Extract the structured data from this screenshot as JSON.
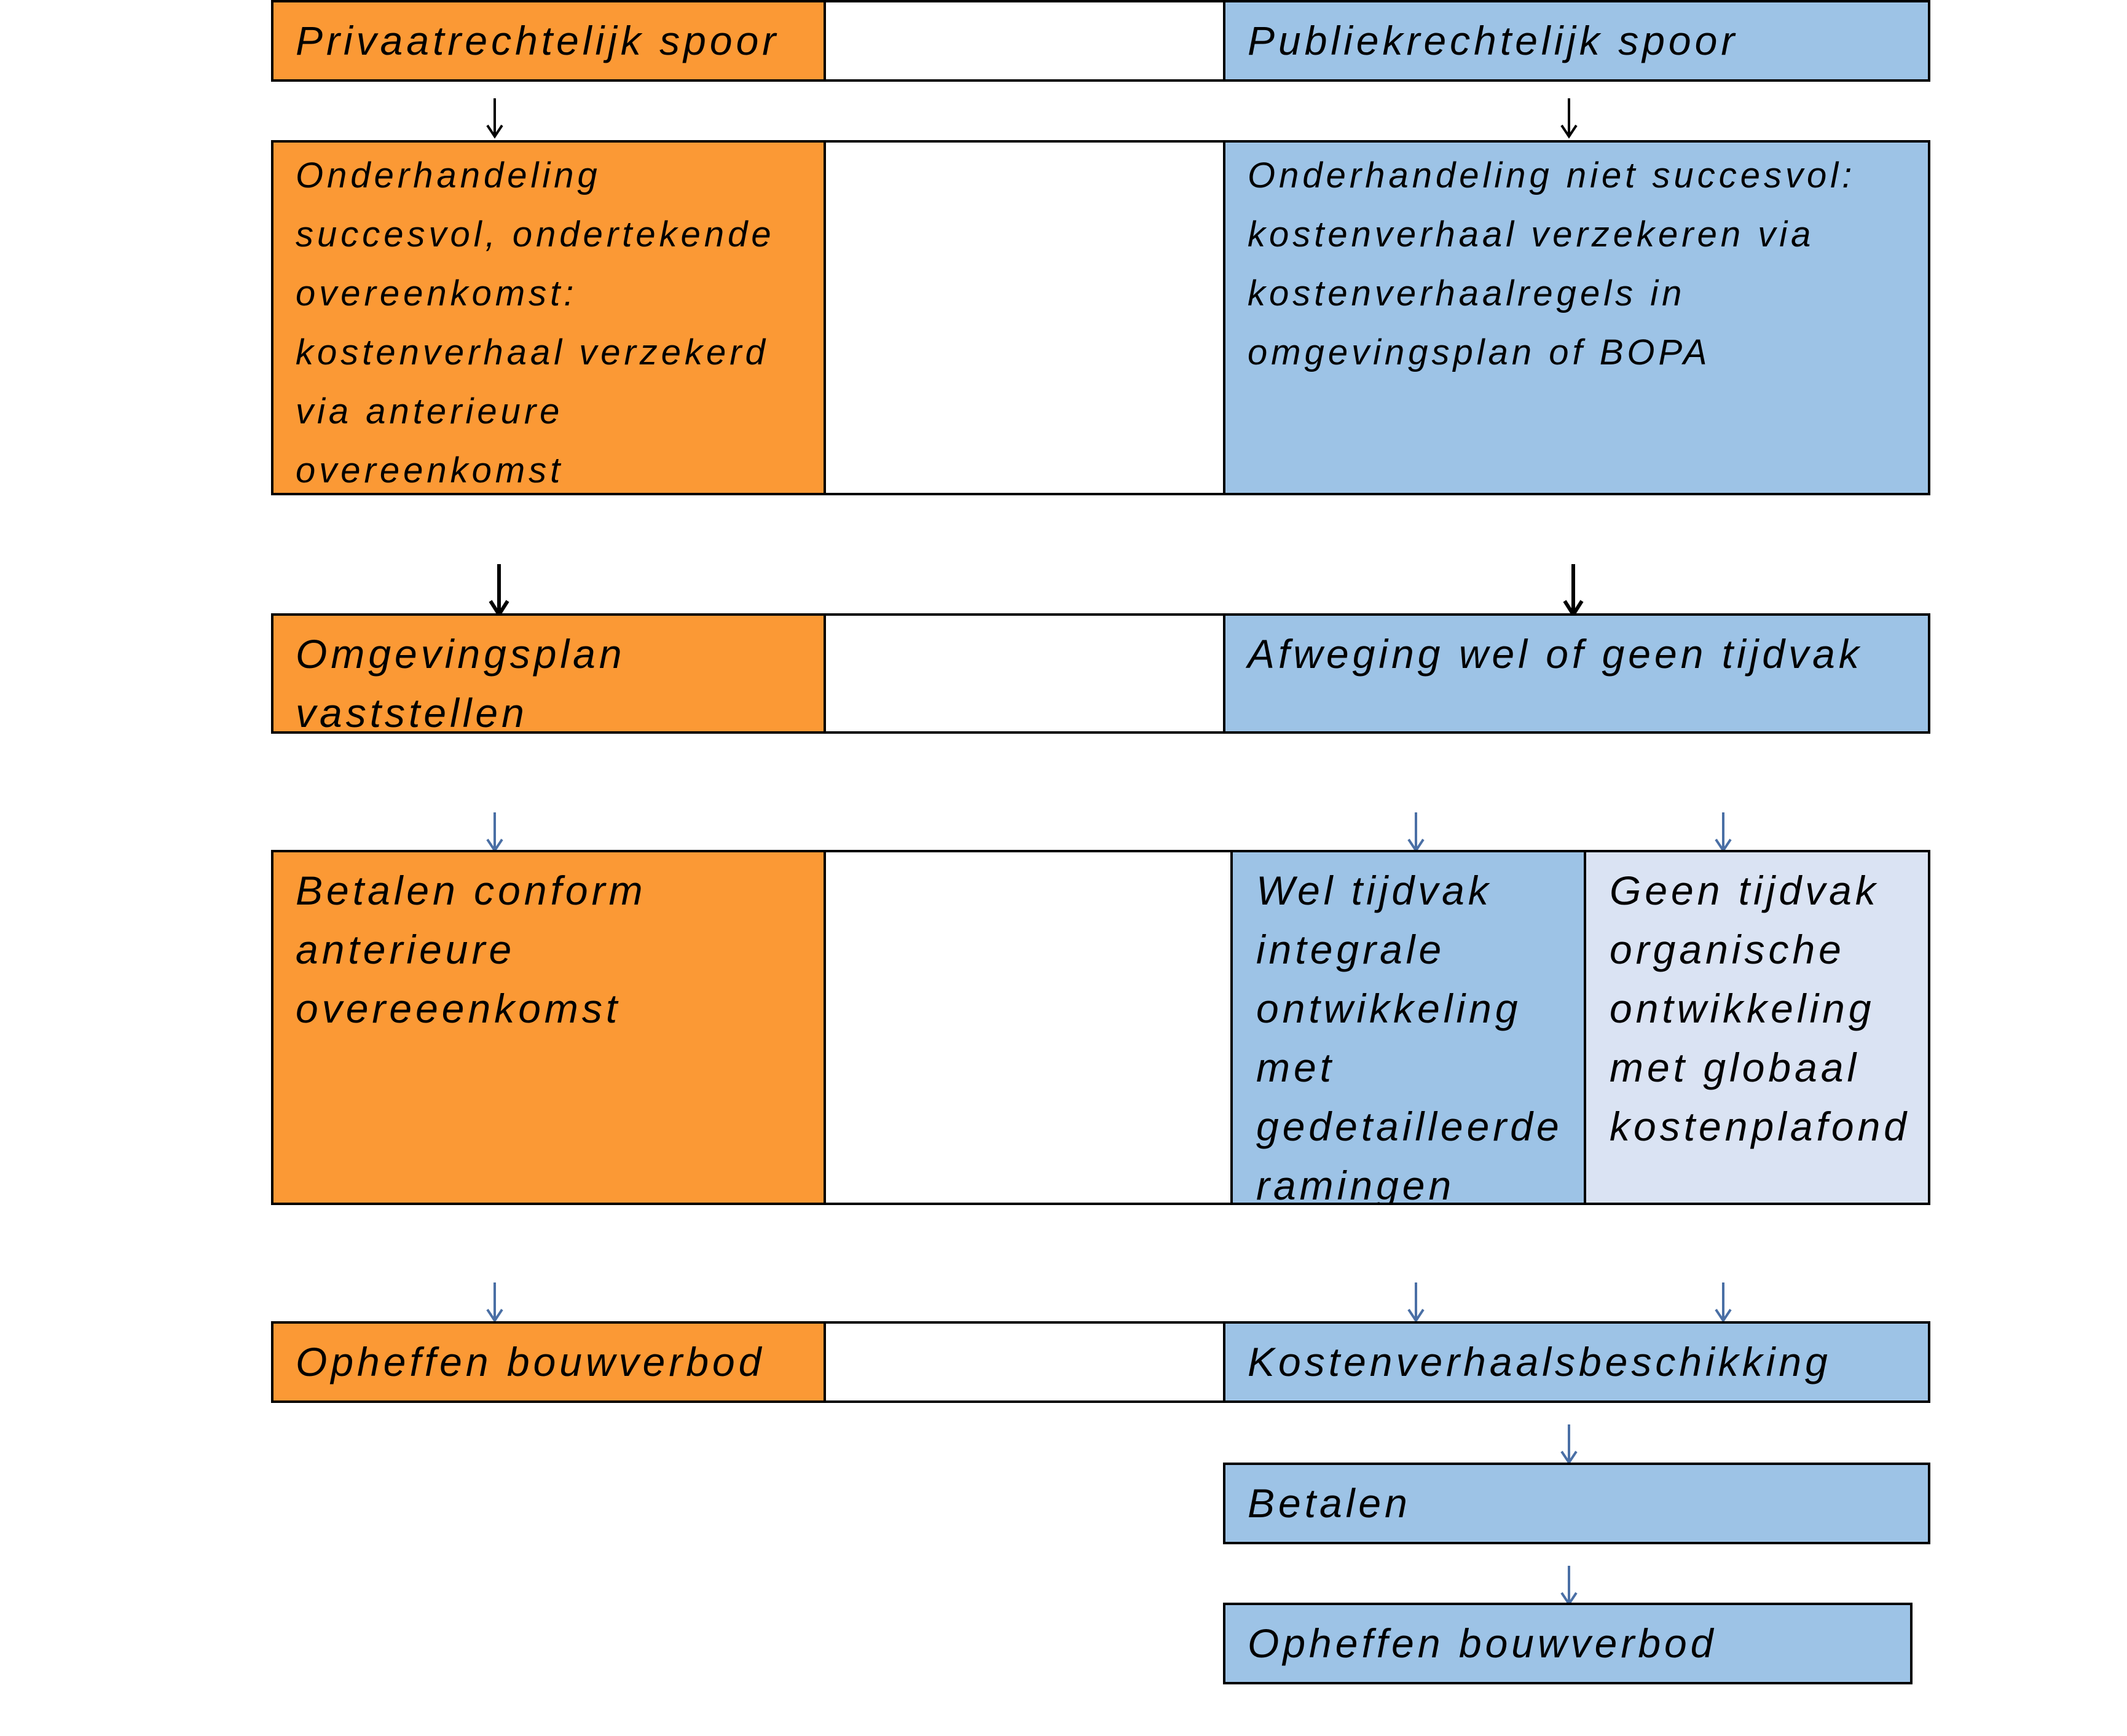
{
  "colors": {
    "private_track": "#FB9935",
    "public_track": "#9DC3E6",
    "organic_option": "#DAE3F3",
    "arrow_dark": "#000000",
    "arrow_blue": "#4A6FA5"
  },
  "private_track": {
    "title": "Privaatrechtelijk spoor",
    "negotiation": "Onderhandeling succesvol, ondertekende overeenkomst: kostenverhaal verzekerd via anterieure overeenkomst",
    "plan": "Omgevingsplan vaststellen",
    "payment": "Betalen conform anterieure overeeenkomst",
    "lift_ban": "Opheffen bouwverbod"
  },
  "public_track": {
    "title": "Publiekrechtelijk spoor",
    "negotiation": "Onderhandeling niet succesvol: kostenverhaal verzekeren via kostenverhaalregels in omgevingsplan of BOPA",
    "consideration": "Afweging wel of geen tijdvak",
    "option_with_period": "Wel tijdvak integrale ontwikkeling met gedetailleerde ramingen",
    "option_without_period": "Geen tijdvak organische ontwikkeling met globaal kostenplafond",
    "decision": "Kostenverhaalsbeschikking",
    "payment": "Betalen",
    "lift_ban": "Opheffen bouwverbod"
  }
}
